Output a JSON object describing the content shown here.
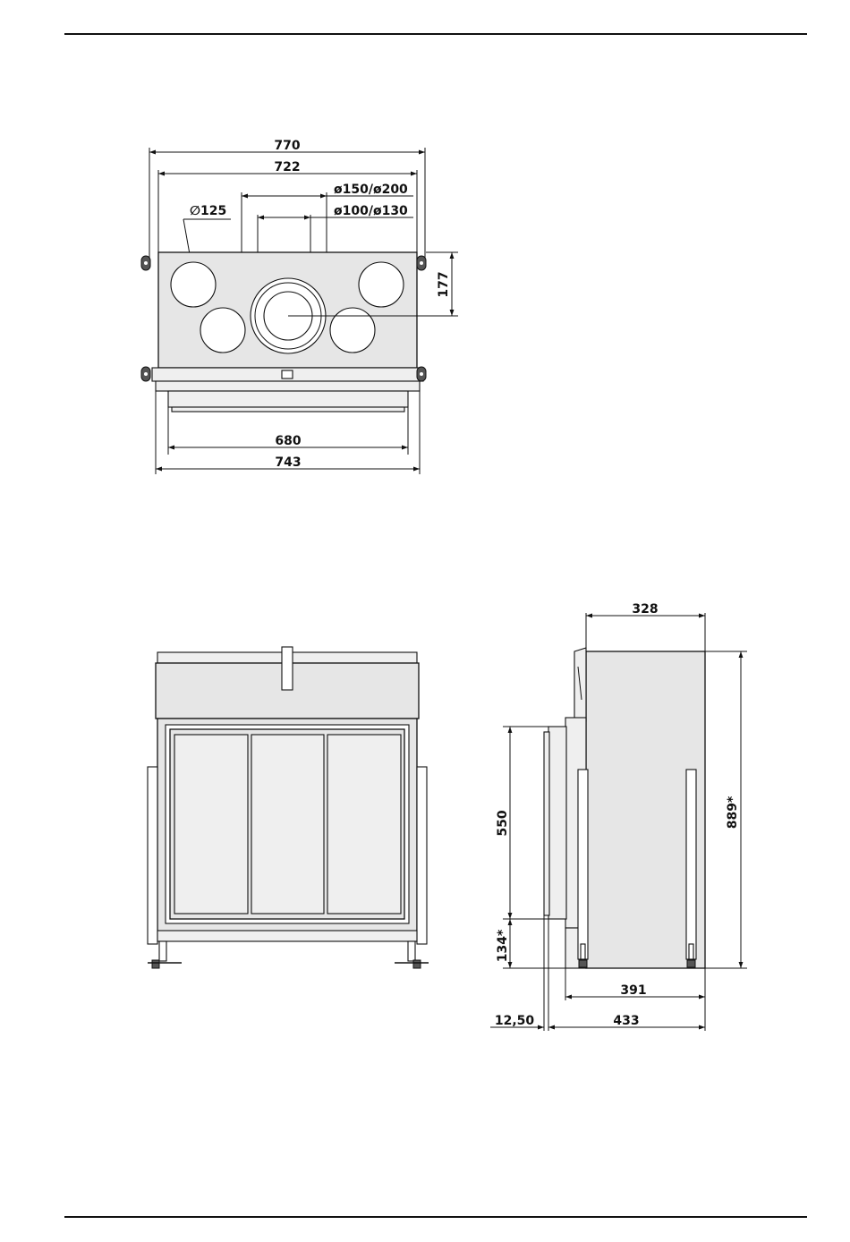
{
  "top_view": {
    "width_outer": "770",
    "width_inner": "722",
    "flue_large": "ø150/ø200",
    "flue_small": "ø100/ø130",
    "side_vent": "∅125",
    "depth_offset": "177",
    "base_inner": "680",
    "base_outer": "743"
  },
  "side_view": {
    "top_depth": "328",
    "height_total": "889*",
    "opening_height": "550",
    "base_height": "134*",
    "depth_inner": "391",
    "depth_total": "433",
    "frame_offset": "12,50"
  },
  "colors": {
    "body": "#e6e6e6",
    "line": "#111111"
  }
}
